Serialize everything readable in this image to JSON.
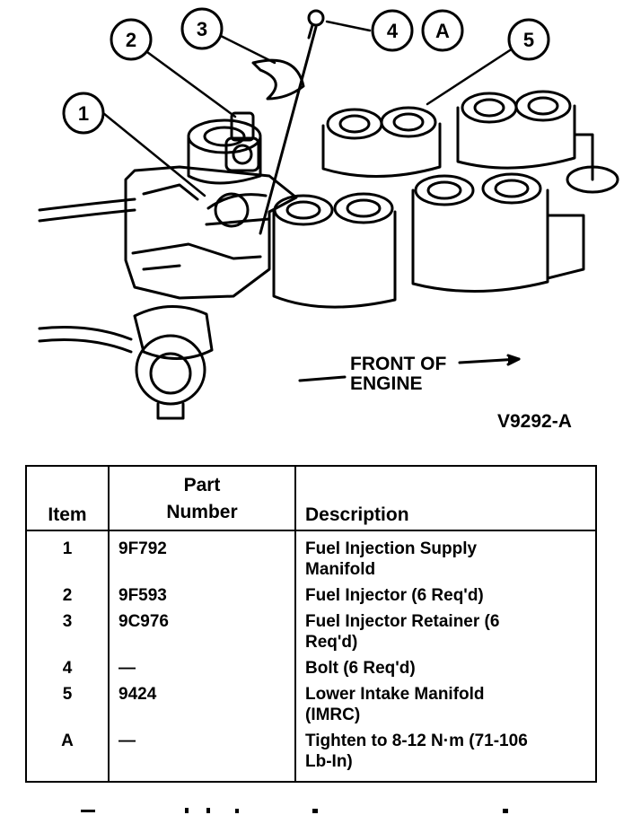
{
  "figure": {
    "callouts": [
      "1",
      "2",
      "3",
      "4",
      "A",
      "5"
    ],
    "direction_label_line1": "FRONT OF",
    "direction_label_line2": "ENGINE",
    "figure_code": "V9292-A"
  },
  "table": {
    "headers": {
      "item": "Item",
      "part_line1": "Part",
      "part_line2": "Number",
      "description": "Description"
    },
    "rows": [
      {
        "item": "1",
        "part": "9F792",
        "desc_line1": "Fuel Injection Supply",
        "desc_line2": "Manifold"
      },
      {
        "item": "2",
        "part": "9F593",
        "desc_line1": "Fuel Injector (6 Req'd)",
        "desc_line2": ""
      },
      {
        "item": "3",
        "part": "9C976",
        "desc_line1": "Fuel Injector Retainer (6",
        "desc_line2": "Req'd)"
      },
      {
        "item": "4",
        "part": "—",
        "desc_line1": "Bolt (6 Req'd)",
        "desc_line2": ""
      },
      {
        "item": "5",
        "part": "9424",
        "desc_line1": "Lower Intake Manifold",
        "desc_line2": "(IMRC)"
      },
      {
        "item": "A",
        "part": "—",
        "desc_line1": "Tighten to 8-12 N·m (71-106",
        "desc_line2": "Lb-In)"
      }
    ]
  }
}
